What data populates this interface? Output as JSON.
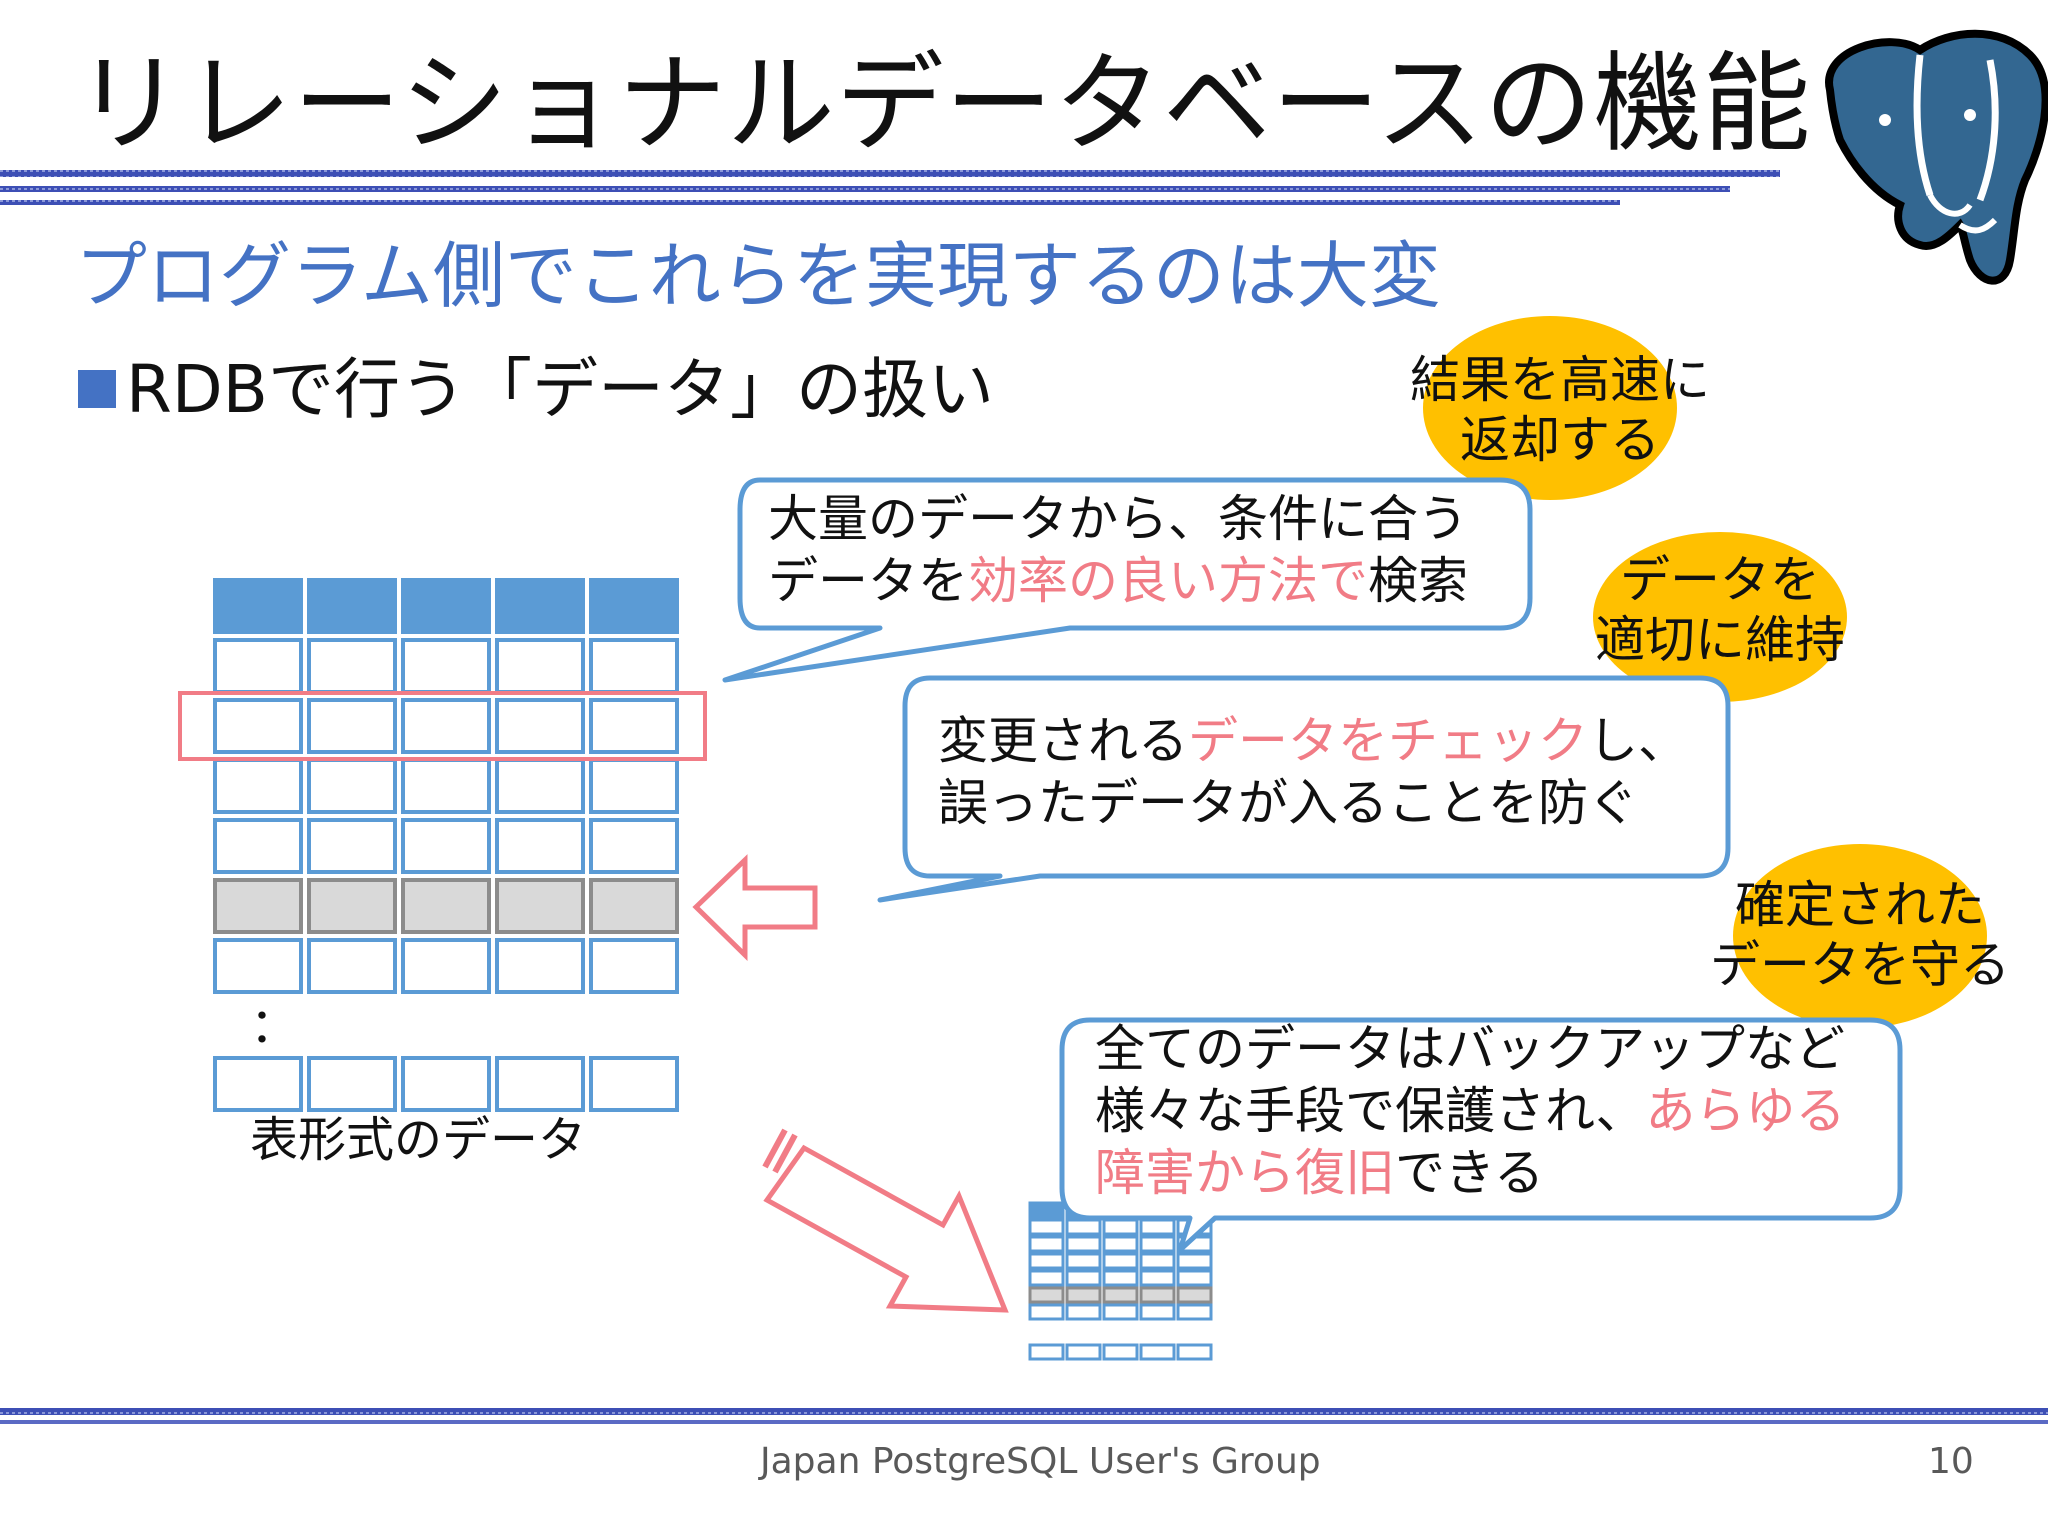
{
  "slide": {
    "title": "リレーショナルデータベースの機能",
    "subtitle": "プログラム側でこれらを実現するのは大変",
    "bullet": "RDBで行う「データ」の扱い"
  },
  "callouts": {
    "search": {
      "line1": "大量のデータから、条件に合う",
      "line2_prefix": "データを",
      "line2_highlight": "効率の良い方法で",
      "line2_suffix": "検索"
    },
    "check": {
      "line1_prefix": "変更される",
      "line1_highlight": "データをチェック",
      "line1_suffix": "し、",
      "line2": "誤ったデータが入ることを防ぐ"
    },
    "backup": {
      "line1": "全てのデータはバックアップなど",
      "line2_prefix": "様々な手段で保護され、",
      "line2_highlight": "あらゆる",
      "line3_highlight": "障害から復旧",
      "line3_suffix": "できる"
    }
  },
  "ovals": {
    "fast": {
      "line1": "結果を高速に",
      "line2": "返却する"
    },
    "maintain": {
      "line1": "データを",
      "line2": "適切に維持"
    },
    "protect": {
      "line1": "確定された",
      "line2": "データを守る"
    }
  },
  "table": {
    "caption": "表形式のデータ",
    "ellipsis": "："
  },
  "footer": {
    "group": "Japan PostgreSQL User's Group",
    "page": "10"
  },
  "colors": {
    "accent_blue": "#4472c4",
    "cell_blue": "#5b9bd5",
    "highlight_red": "#f17c86",
    "oval_gold": "#ffc000",
    "gray_row": "#d9d9d9"
  },
  "icons": {
    "logo": "postgresql-elephant-icon",
    "arrow_left": "hollow-left-arrow-icon",
    "arrow_diag": "hollow-down-right-arrow-icon"
  }
}
